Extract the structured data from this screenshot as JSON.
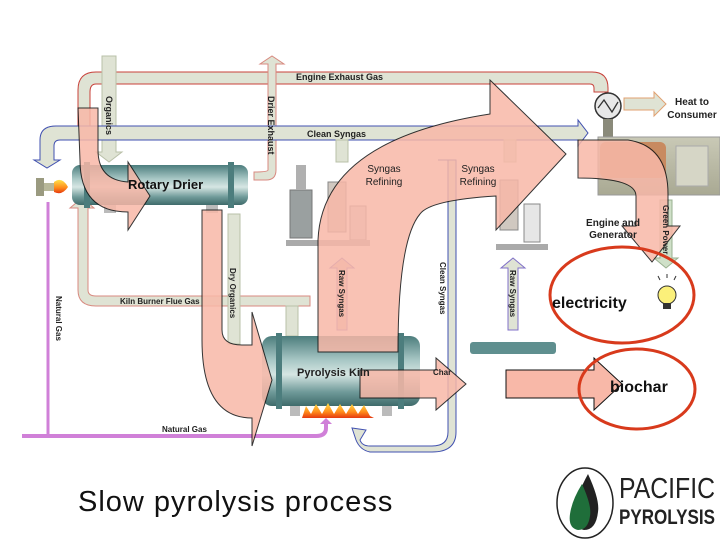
{
  "diagram": {
    "title": "Slow pyrolysis process",
    "labels": {
      "engine_exhaust_gas": "Engine Exhaust Gas",
      "organics": "Organics",
      "drier_exhaust": "Drier Exhaust",
      "clean_syngas_top": "Clean Syngas",
      "rotary_drier": "Rotary Drier",
      "syngas_refining_1": [
        "Syngas",
        "Refining"
      ],
      "syngas_refining_2": [
        "Syngas",
        "Refining"
      ],
      "heat_to_consumer": [
        "Heat to",
        "Consumer"
      ],
      "engine_and_generator": [
        "Engine and",
        "Generator"
      ],
      "green_power": "Green Power",
      "raw_syngas_1": "Raw Syngas",
      "raw_syngas_2": "Raw Syngas",
      "clean_syngas_vertical": "Clean Syngas",
      "dry_organics": "Dry Organics",
      "kiln_burner_flue_gas": "Kiln Burner Flue Gas",
      "natural_gas_vertical": "Natural Gas",
      "natural_gas_bottom": "Natural Gas",
      "pyrolysis_kiln": "Pyrolysis Kiln",
      "char": "Char"
    },
    "annotations": {
      "electricity": "electricity",
      "biochar": "biochar"
    },
    "logo": {
      "top": "PACIFIC",
      "bottom": "PYROLYSIS"
    },
    "colors": {
      "pipe_fill": "#dfe3d4",
      "exhaust_line": "#c8403a",
      "syngas_line": "#4050b0",
      "natural_gas": "#d080d8",
      "overlay_arrow": "#f8b8a8",
      "vessel": "#5f8f8f",
      "highlight_ellipse": "#d83a1c",
      "logo_green": "#1f6e3a"
    }
  }
}
